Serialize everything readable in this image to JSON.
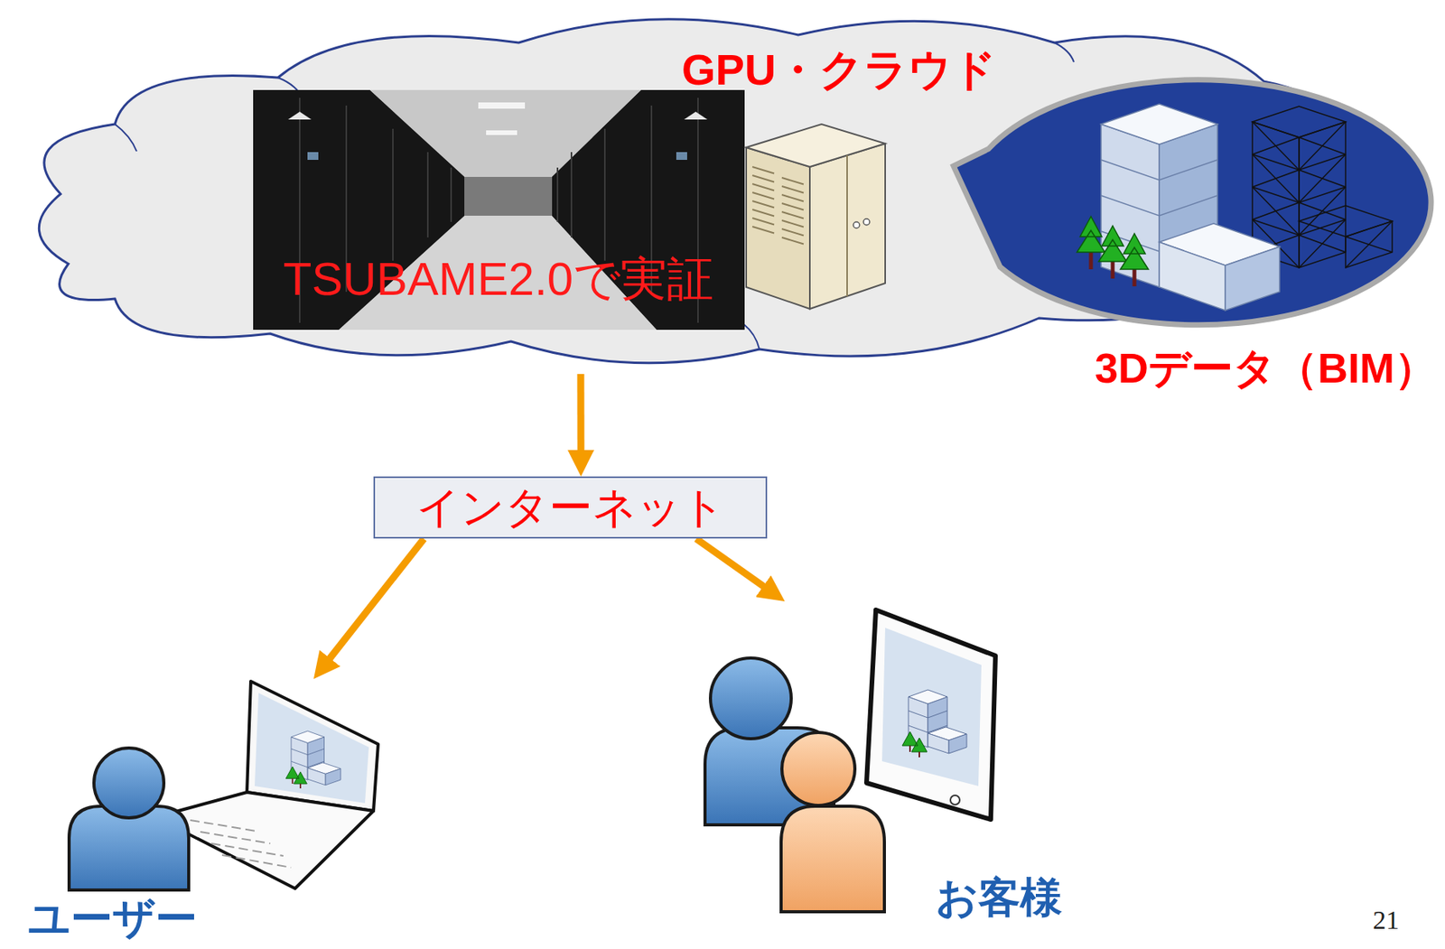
{
  "diagram": {
    "nodes": [
      {
        "text": [
          "GPU・クラウド"
        ]
      },
      {
        "text": [
          "TSUBAME2.0で実証"
        ],
        "in": 0
      },
      {
        "text": [
          "3Dデータ（BIM）"
        ]
      },
      {
        "text": [
          "インターネット"
        ]
      },
      {
        "text": [
          "ユーザー"
        ]
      },
      {
        "text": [
          "お客様"
        ]
      }
    ],
    "edges": [
      {
        "from": 0,
        "to": 3,
        "arrow": "to"
      },
      {
        "from": 3,
        "to": 4,
        "arrow": "to"
      },
      {
        "from": 3,
        "to": 5,
        "arrow": "to"
      }
    ],
    "labels": [
      "21"
    ]
  }
}
